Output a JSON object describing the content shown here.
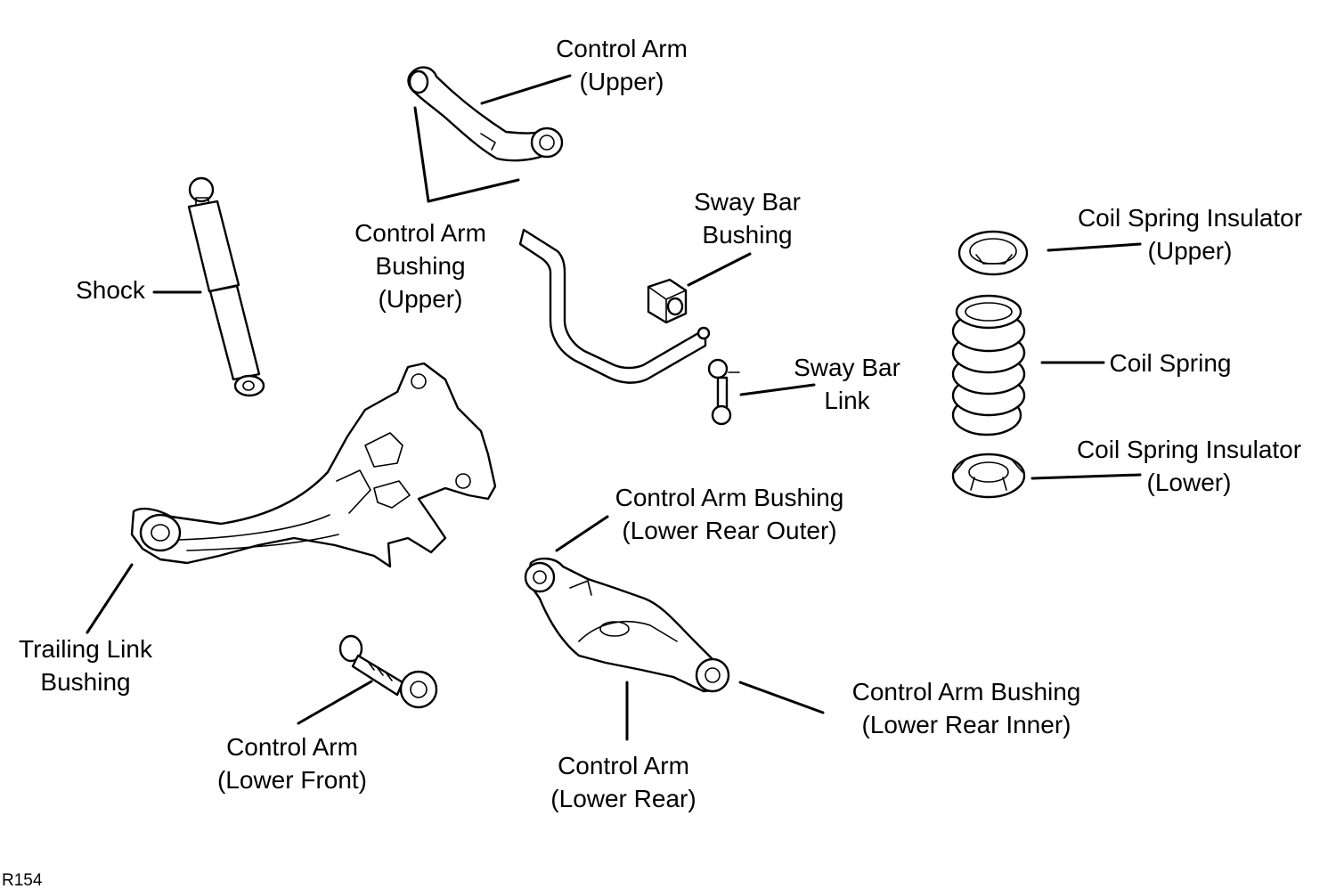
{
  "figure_code": "R154",
  "labels": {
    "control_arm_upper": {
      "line1": "Control Arm",
      "line2": "(Upper)"
    },
    "control_arm_bushing_upper": {
      "line1": "Control Arm",
      "line2": "Bushing",
      "line3": "(Upper)"
    },
    "shock": {
      "line1": "Shock"
    },
    "sway_bar_bushing": {
      "line1": "Sway Bar",
      "line2": "Bushing"
    },
    "sway_bar_link": {
      "line1": "Sway Bar",
      "line2": "Link"
    },
    "coil_spring_insulator_upper": {
      "line1": "Coil Spring Insulator",
      "line2": "(Upper)"
    },
    "coil_spring": {
      "line1": "Coil Spring"
    },
    "coil_spring_insulator_lower": {
      "line1": "Coil Spring Insulator",
      "line2": "(Lower)"
    },
    "control_arm_bushing_lower_rear_outer": {
      "line1": "Control Arm Bushing",
      "line2": "(Lower Rear Outer)"
    },
    "trailing_link_bushing": {
      "line1": "Trailing Link",
      "line2": "Bushing"
    },
    "control_arm_lower_front": {
      "line1": "Control Arm",
      "line2": "(Lower Front)"
    },
    "control_arm_lower_rear": {
      "line1": "Control Arm",
      "line2": "(Lower Rear)"
    },
    "control_arm_bushing_lower_rear_inner": {
      "line1": "Control Arm Bushing",
      "line2": "(Lower Rear Inner)"
    }
  },
  "colors": {
    "ink": "#000000",
    "paper": "#ffffff"
  }
}
